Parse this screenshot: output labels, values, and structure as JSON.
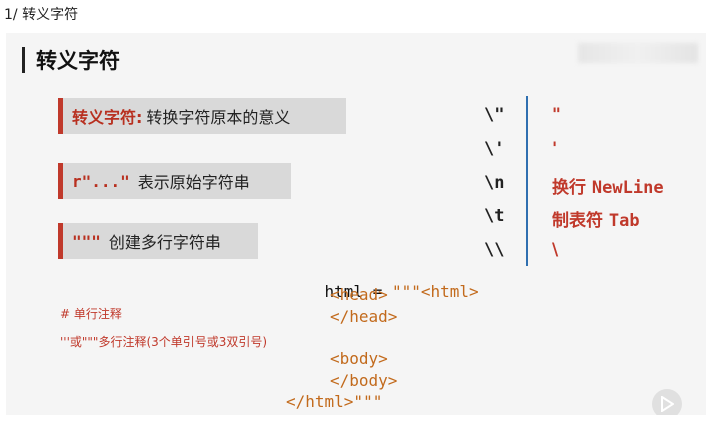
{
  "page_label": "1/ 转义字符",
  "slide": {
    "title": "转义字符",
    "tags": [
      {
        "key": "转义字符:",
        "text": "转换字符原本的意义"
      },
      {
        "key": "r\"...\"",
        "text": "表示原始字符串"
      },
      {
        "key": "\"\"\"",
        "text": "创建多行字符串"
      }
    ],
    "escapes": [
      {
        "key": "\\\"",
        "value": "\""
      },
      {
        "key": "\\'",
        "value": "'"
      },
      {
        "key": "\\n",
        "value_cn": "换行",
        "value_en": "NewLine"
      },
      {
        "key": "\\t",
        "value_cn": "制表符",
        "value_en": "Tab"
      },
      {
        "key": "\\\\",
        "value": "\\"
      }
    ],
    "code": {
      "line1_prefix": "html = ",
      "line1_rest": "\"\"\"<html>",
      "line2": "<head>",
      "line3": "</head>",
      "line4": "<body>",
      "line5": "</body>",
      "line6": "</html>\"\"\""
    },
    "notes": {
      "single": "#  单行注释",
      "multi": "'''或\"\"\"多行注释(3个单引号或3双引号)"
    }
  },
  "colors": {
    "accent_red": "#c0392b",
    "divider_blue": "#2f6fb0",
    "code_orange": "#c26a1c"
  }
}
